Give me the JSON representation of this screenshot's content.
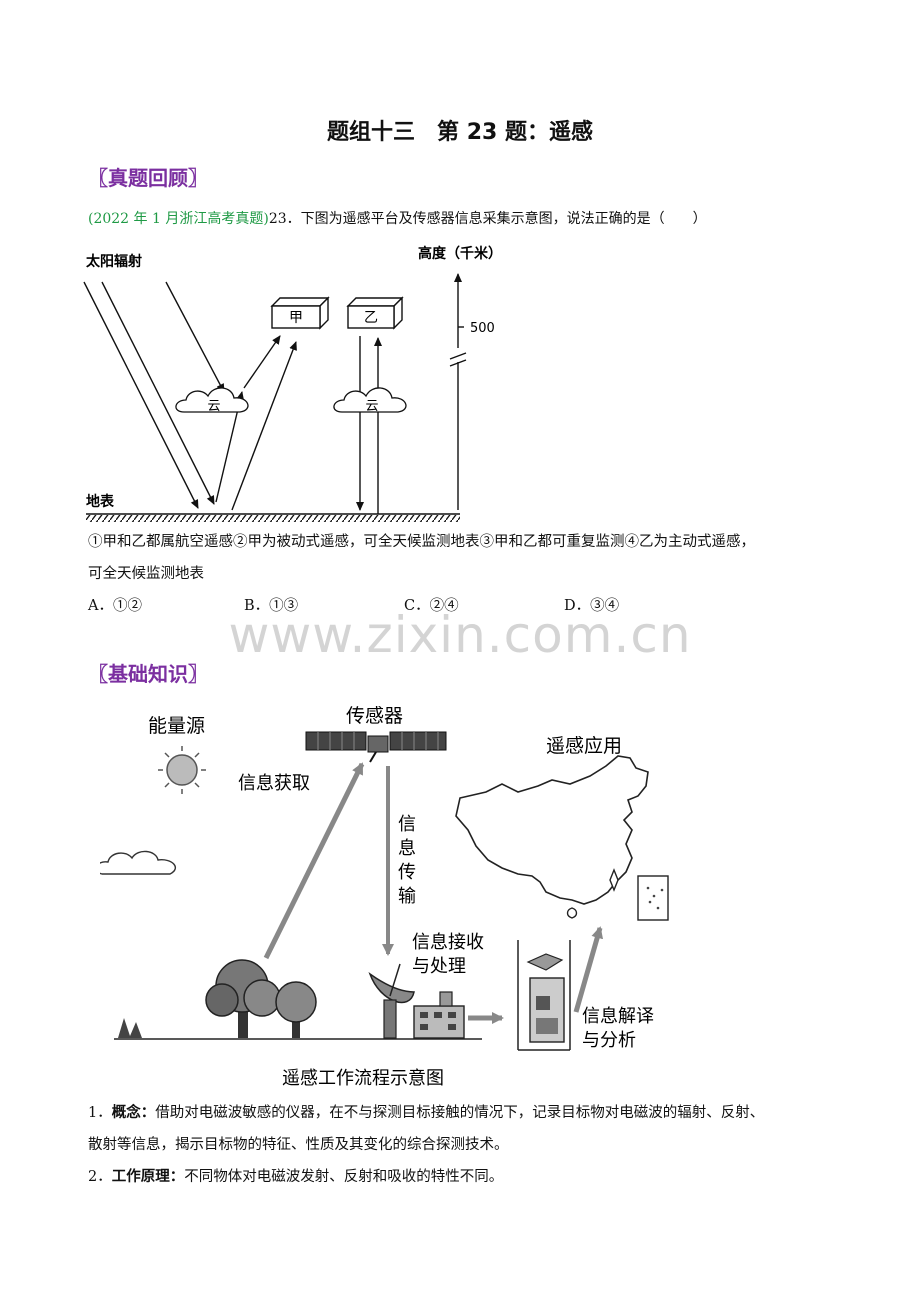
{
  "title": "题组十三　第 23 题：遥感",
  "section1": "〖真题回顾〗",
  "question": {
    "source": "(2022 年 1 月浙江高考真题)",
    "text": "23．下图为遥感平台及传感器信息采集示意图，说法正确的是（　　）"
  },
  "figure1": {
    "sun_label": "太阳辐射",
    "height_label": "高度（千米）",
    "tick_500": "500",
    "box_jia": "甲",
    "box_yi": "乙",
    "cloud_label": "云",
    "ground_label": "地表"
  },
  "statements_line1": "①甲和乙都属航空遥感②甲为被动式遥感，可全天候监测地表③甲和乙都可重复监测④乙为主动式遥感，",
  "statements_line2": "可全天候监测地表",
  "options": {
    "A": "A．①②",
    "B": "B．①③",
    "C": "C．②④",
    "D": "D．③④"
  },
  "watermark": "www.zixin.com.cn",
  "section2": "〖基础知识〗",
  "figure2": {
    "energy": "能量源",
    "sensor": "传感器",
    "acquire": "信息获取",
    "transmit_1": "信",
    "transmit_2": "息",
    "transmit_3": "传",
    "transmit_4": "输",
    "application": "遥感应用",
    "receive_1": "信息接收",
    "receive_2": "与处理",
    "interpret_1": "信息解译",
    "interpret_2": "与分析",
    "caption": "遥感工作流程示意图"
  },
  "point1": {
    "num": "1．",
    "label": "概念：",
    "line1": "借助对电磁波敏感的仪器，在不与探测目标接触的情况下，记录目标物对电磁波的辐射、反射、",
    "line2": "散射等信息，揭示目标物的特征、性质及其变化的综合探测技术。"
  },
  "point2": {
    "num": "2．",
    "label": "工作原理：",
    "text": "不同物体对电磁波发射、反射和吸收的特性不同。"
  },
  "colors": {
    "section": "#7b2fa0",
    "source": "#1f9a45",
    "watermark": "#d4d4d4"
  }
}
